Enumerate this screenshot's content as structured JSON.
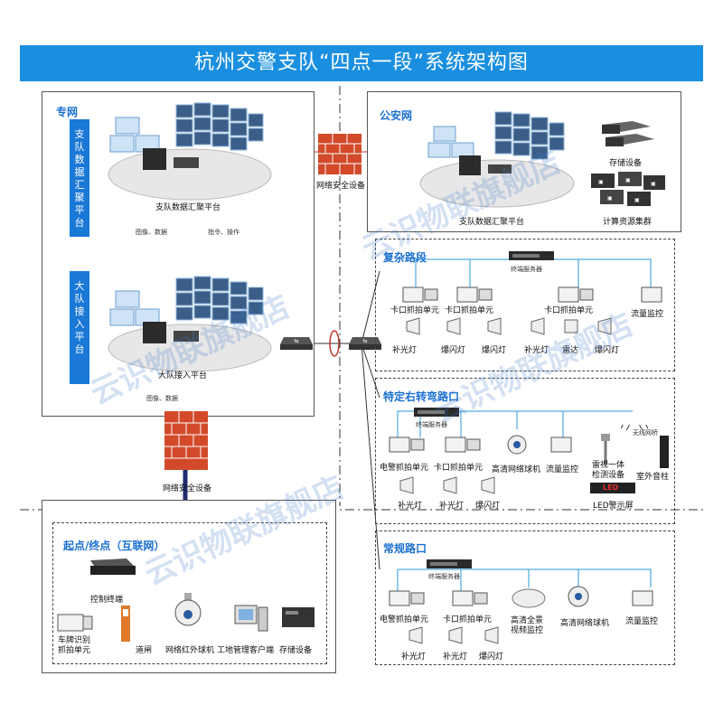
{
  "title": "杭州交警支队“四点一段”系统架构图",
  "zhuanwang": {
    "label": "专网",
    "side_top": "支队数据汇聚平台",
    "side_bottom": "大队接入平台",
    "top_platform": "支队数据汇聚平台",
    "bottom_platform": "大队接入平台",
    "up_arrow_label": "图像、数据",
    "down_arrow_label": "指令、操作",
    "bottom_note": "图像、数据"
  },
  "firewall_top": "网络安全设备",
  "firewall_bottom": "网络安全设备",
  "gongan": {
    "label": "公安网",
    "platform": "支队数据汇聚平台",
    "storage": "存储设备",
    "compute": "计算资源集群"
  },
  "complex_road": {
    "label": "复杂路段",
    "server": "终端服务器",
    "items": [
      "卡口抓拍单元",
      "卡口抓拍单元",
      "卡口抓拍单元",
      "流量监控",
      "补光灯",
      "爆闪灯",
      "爆闪灯",
      "补光灯",
      "雷达",
      "爆闪灯"
    ]
  },
  "right_turn": {
    "label": "特定右转弯路口",
    "server": "终端服务器",
    "items": [
      "电警抓拍单元",
      "卡口抓拍单元",
      "高清网络球机",
      "流量监控",
      "补光灯",
      "补光灯",
      "爆闪灯"
    ],
    "wireless": "无线网桥",
    "radar": "雷视一体检测设备",
    "speaker": "室外音柱",
    "led_text": "LED",
    "led_label": "LED警示屏"
  },
  "regular": {
    "label": "常规路口",
    "server": "终端服务器",
    "items": [
      "电警抓拍单元",
      "卡口抓拍单元",
      "高清全景视频监控",
      "高清网络球机",
      "流量监控",
      "补光灯",
      "补光灯",
      "爆闪灯"
    ]
  },
  "endpoint": {
    "label": "起点/终点（互联网）",
    "control": "控制终端",
    "plate": "车牌识别抓拍单元",
    "gate": "道闸",
    "ir_ball": "网络红外球机",
    "client": "工地管理客户端",
    "storage": "存储设备"
  },
  "watermark": "云识物联旗舰店",
  "colors": {
    "accent": "#1a8fe0",
    "sidebar": "#1a78d6",
    "firewall": "#d24a2a",
    "arrow": "#1f2e6e"
  }
}
